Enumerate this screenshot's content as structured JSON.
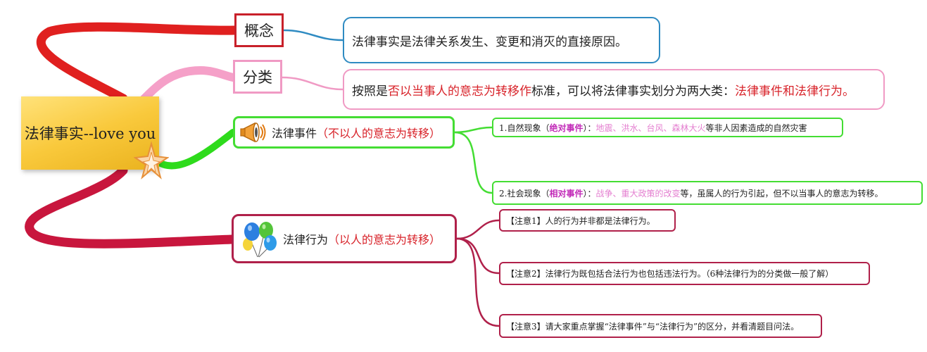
{
  "root": {
    "label": "法律事实--love you"
  },
  "concept": {
    "label": "概念",
    "definition": "法律事实是法律关系发生、变更和消灭的直接原因。"
  },
  "classification": {
    "label": "分类",
    "text_prefix": "按照是",
    "text_criterion": "否以当事人的意志为转移作",
    "text_middle": "标准，可以将法律事实划分为两大类：",
    "text_types": "法律事件和法律行为。"
  },
  "legal_event": {
    "label": "法律事件",
    "note": "（不以人的意志为转移）",
    "icon": "megaphone-icon",
    "children": [
      {
        "prefix": "1.自然现象（",
        "key": "绝对事件",
        "mid": "）：",
        "examples": "地震、洪水、台风、森林大火",
        "suffix": "等非人因素造成的自然灾害"
      },
      {
        "prefix": "2.社会现象（",
        "key": "相对事件",
        "mid": "）：",
        "examples": "战争、重大政策的改变",
        "suffix": "等，虽属人的行为引起，但不以当事人的意志为转移。"
      }
    ]
  },
  "legal_act": {
    "label": "法律行为",
    "note": "（以人的意志为转移）",
    "icon": "balloons-icon",
    "notes": [
      {
        "tag": "【注意1】",
        "text": "人的行为并非都是法律行为。"
      },
      {
        "tag": "【注意2】",
        "text": "法律行为既包括合法行为也包括违法行为。（6种法律行为的分类做一般了解）"
      },
      {
        "tag": "【注意3】",
        "text": "请大家重点掌握“法律事件”与“法律行为”的区分，并看清题目问法。"
      }
    ]
  },
  "colors": {
    "concept": "#c8202a",
    "classify": "#f09ac4",
    "definition": "#2f8bc2",
    "event": "#44dd33",
    "act": "#b0204a",
    "root": "#f9c93c"
  }
}
